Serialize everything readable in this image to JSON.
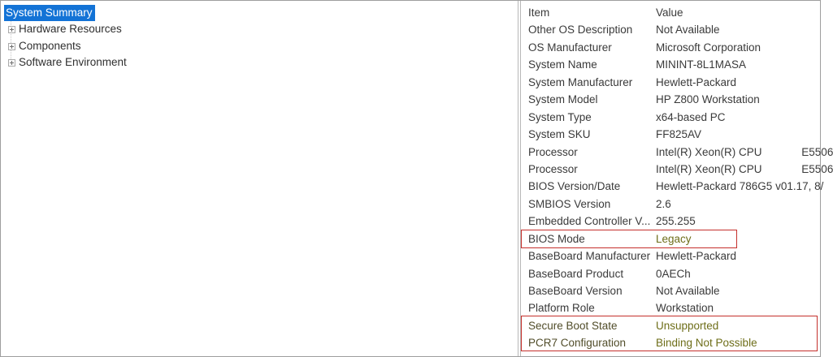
{
  "colors": {
    "selection_blue": "#1373d6",
    "annotation_red": "#c5302c",
    "flag_value_olive": "#6e6e19",
    "flag_item_olive": "#514d2a",
    "text": "#3a3a3a",
    "window_border": "#9e9e9e"
  },
  "tree": {
    "selected_label": "System Summary",
    "items": [
      {
        "label": "Hardware Resources"
      },
      {
        "label": "Components"
      },
      {
        "label": "Software Environment"
      }
    ]
  },
  "table": {
    "columns": [
      "Item",
      "Value"
    ],
    "rows": [
      {
        "item": "Other OS Description",
        "value": "Not Available"
      },
      {
        "item": "OS Manufacturer",
        "value": "Microsoft Corporation"
      },
      {
        "item": "System Name",
        "value": "MININT-8L1MASA"
      },
      {
        "item": "System Manufacturer",
        "value": "Hewlett-Packard"
      },
      {
        "item": "System Model",
        "value": "HP Z800 Workstation"
      },
      {
        "item": "System Type",
        "value": "x64-based PC"
      },
      {
        "item": "System SKU",
        "value": "FF825AV"
      },
      {
        "item": "Processor",
        "value": "Intel(R) Xeon(R) CPU             E5506"
      },
      {
        "item": "Processor",
        "value": "Intel(R) Xeon(R) CPU             E5506"
      },
      {
        "item": "BIOS Version/Date",
        "value": "Hewlett-Packard 786G5 v01.17, 8/"
      },
      {
        "item": "SMBIOS Version",
        "value": "2.6"
      },
      {
        "item": "Embedded Controller V...",
        "value": "255.255"
      },
      {
        "item": "BIOS Mode",
        "value": "Legacy",
        "flag": "value"
      },
      {
        "item": "BaseBoard Manufacturer",
        "value": "Hewlett-Packard"
      },
      {
        "item": "BaseBoard Product",
        "value": "0AECh"
      },
      {
        "item": "BaseBoard Version",
        "value": "Not Available"
      },
      {
        "item": "Platform Role",
        "value": "Workstation"
      },
      {
        "item": "Secure Boot State",
        "value": "Unsupported",
        "flag": "both"
      },
      {
        "item": "PCR7 Configuration",
        "value": "Binding Not Possible",
        "flag": "both"
      }
    ]
  }
}
